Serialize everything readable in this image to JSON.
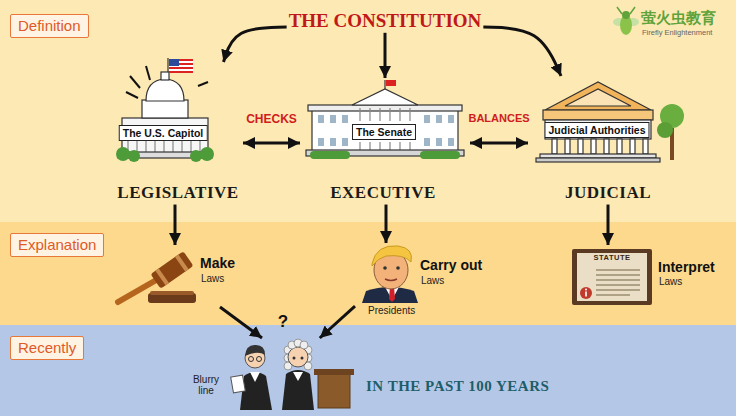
{
  "diagram": {
    "nodes": [
      {
        "text": [
          "Definition"
        ]
      },
      {
        "text": [
          "THE CONSTITUTION"
        ]
      },
      {
        "text": [
          "The U.S. Capitol",
          "LEGISLATIVE"
        ]
      },
      {
        "text": [
          "The Senate",
          "EXECUTIVE"
        ]
      },
      {
        "text": [
          "Judicial Authorities",
          "JUDICIAL"
        ]
      },
      {
        "text": [
          "Explanation"
        ]
      },
      {
        "text": [
          "Make",
          "Laws"
        ]
      },
      {
        "text": [
          "Carry out",
          "Laws",
          "Presidents"
        ]
      },
      {
        "text": [
          "STATUTE",
          "Interpret",
          "Laws"
        ]
      },
      {
        "text": [
          "Recently"
        ]
      },
      {
        "text": [
          "Blurry line"
        ]
      }
    ],
    "edges": [
      {
        "from": 1,
        "to": 2,
        "arrow": "to"
      },
      {
        "from": 1,
        "to": 3,
        "arrow": "to"
      },
      {
        "from": 1,
        "to": 4,
        "arrow": "to"
      },
      {
        "from": 2,
        "to": 3,
        "label": "CHECKS",
        "arrow": "both"
      },
      {
        "from": 3,
        "to": 4,
        "label": "BALANCES",
        "arrow": "both"
      },
      {
        "from": 2,
        "to": 6,
        "arrow": "to"
      },
      {
        "from": 3,
        "to": 7,
        "arrow": "to"
      },
      {
        "from": 4,
        "to": 8,
        "arrow": "to"
      },
      {
        "from": 6,
        "to": 10,
        "arrow": "to"
      },
      {
        "from": 7,
        "to": 10,
        "arrow": "to"
      }
    ],
    "labels": [
      "萤火虫教育",
      "Firefly Enlightenment",
      "?",
      "IN THE PAST 100 YEARS"
    ]
  }
}
